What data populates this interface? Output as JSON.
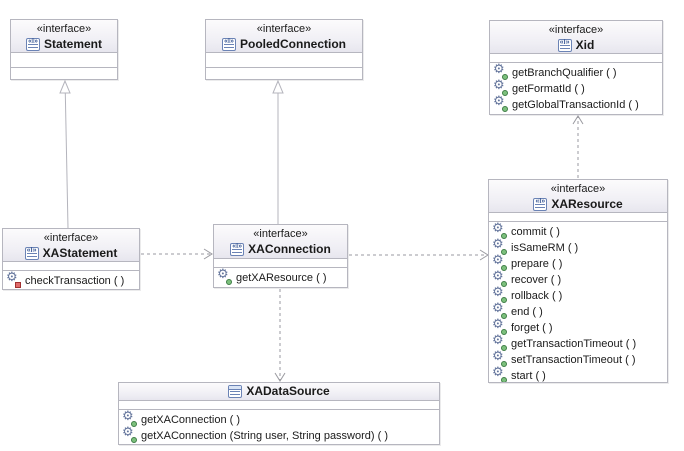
{
  "diagram": {
    "kind": "uml-class-diagram",
    "background_color": "#ffffff",
    "node_border_color": "#b6b6bf",
    "title_gradient_top": "#fcfbfc",
    "title_gradient_bottom": "#e7e6ee",
    "generalization_line_color": "#b4b4bc",
    "dependency_line_color": "#9a9aa0",
    "method_public_color": "#7cc07c",
    "method_private_color": "#e06a6a"
  },
  "icons": {
    "interface_badge": "interface-icon («I» box)",
    "class_badge": "class-icon",
    "method_gear": "gear-method-icon",
    "public_marker": "green-circle-public-icon",
    "private_marker": "red-square-private-icon",
    "generalization_arrow": "hollow-triangle-arrowhead",
    "dependency_arrow": "open-chevron-arrowhead"
  },
  "nodes": [
    {
      "name": "Statement",
      "stereotype": "«interface»",
      "kind": "interface",
      "methods": []
    },
    {
      "name": "PooledConnection",
      "stereotype": "«interface»",
      "kind": "interface",
      "methods": []
    },
    {
      "name": "Xid",
      "stereotype": "«interface»",
      "kind": "interface",
      "methods": [
        {
          "label": "getBranchQualifier ( )",
          "visibility": "public"
        },
        {
          "label": "getFormatId ( )",
          "visibility": "public"
        },
        {
          "label": "getGlobalTransactionId ( )",
          "visibility": "public"
        }
      ]
    },
    {
      "name": "XAStatement",
      "stereotype": "«interface»",
      "kind": "interface",
      "methods": [
        {
          "label": "checkTransaction ( )",
          "visibility": "private"
        }
      ]
    },
    {
      "name": "XAConnection",
      "stereotype": "«interface»",
      "kind": "interface",
      "methods": [
        {
          "label": "getXAResource ( )",
          "visibility": "public"
        }
      ]
    },
    {
      "name": "XAResource",
      "stereotype": "«interface»",
      "kind": "interface",
      "methods": [
        {
          "label": "commit ( )",
          "visibility": "public"
        },
        {
          "label": "isSameRM ( )",
          "visibility": "public"
        },
        {
          "label": "prepare ( )",
          "visibility": "public"
        },
        {
          "label": "recover ( )",
          "visibility": "public"
        },
        {
          "label": "rollback ( )",
          "visibility": "public"
        },
        {
          "label": "end ( )",
          "visibility": "public"
        },
        {
          "label": "forget ( )",
          "visibility": "public"
        },
        {
          "label": "getTransactionTimeout ( )",
          "visibility": "public"
        },
        {
          "label": "setTransactionTimeout ( )",
          "visibility": "public"
        },
        {
          "label": "start ( )",
          "visibility": "public"
        }
      ]
    },
    {
      "name": "XADataSource",
      "stereotype": "",
      "kind": "class",
      "methods": [
        {
          "label": "getXAConnection ( )",
          "visibility": "public"
        },
        {
          "label": "getXAConnection (String user, String password) ( )",
          "visibility": "public"
        }
      ]
    }
  ],
  "edges": [
    {
      "from": "XAStatement",
      "to": "Statement",
      "type": "generalization"
    },
    {
      "from": "XAConnection",
      "to": "PooledConnection",
      "type": "generalization"
    },
    {
      "from": "XAStatement",
      "to": "XAConnection",
      "type": "dependency"
    },
    {
      "from": "XAConnection",
      "to": "XAResource",
      "type": "dependency"
    },
    {
      "from": "XAConnection",
      "to": "XADataSource",
      "type": "dependency"
    },
    {
      "from": "XAResource",
      "to": "Xid",
      "type": "dependency"
    }
  ]
}
